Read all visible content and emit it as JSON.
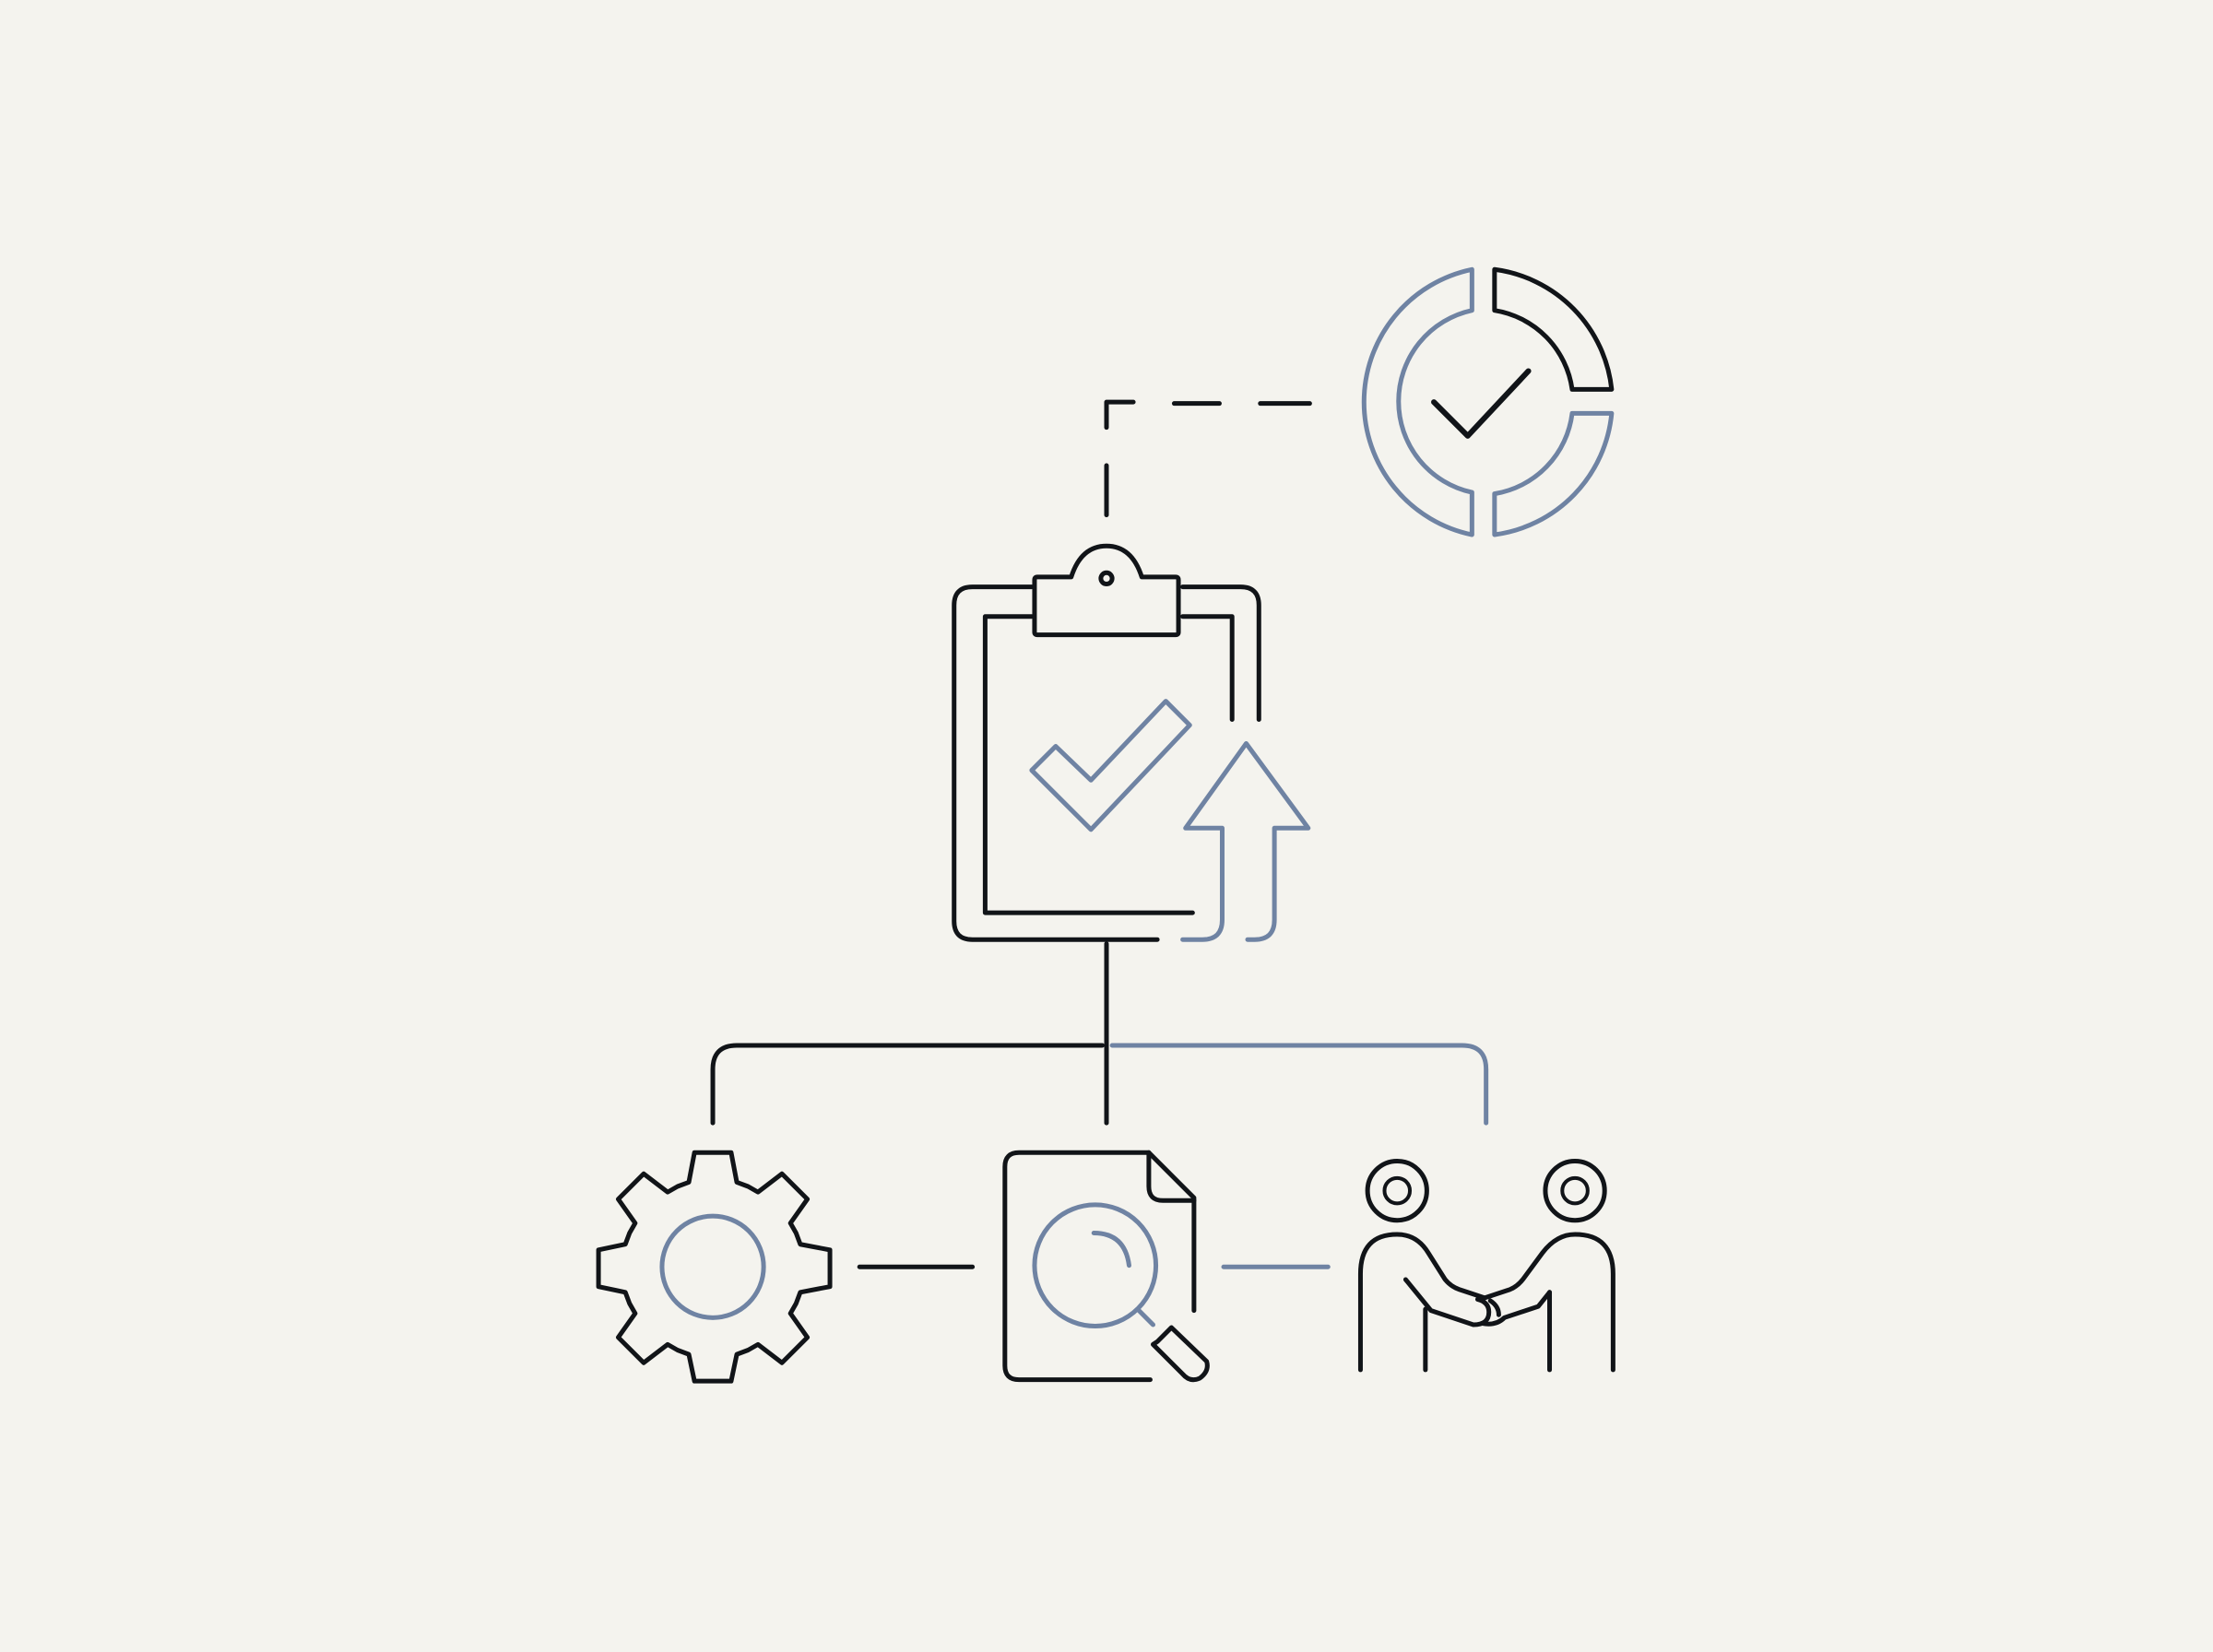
{
  "diagram": {
    "background": "#f4f3ee",
    "colors": {
      "dark": "#111418",
      "accent": "#6f83a3"
    },
    "nodes": [
      {
        "id": "approval-badge",
        "icon": "check-circle-icon"
      },
      {
        "id": "clipboard",
        "icon": "clipboard-check-icon"
      },
      {
        "id": "upload-arrow",
        "icon": "arrow-up-icon"
      },
      {
        "id": "settings",
        "icon": "gear-icon"
      },
      {
        "id": "document-review",
        "icon": "document-search-icon"
      },
      {
        "id": "partners",
        "icon": "handshake-people-icon"
      }
    ],
    "connectors": [
      {
        "from": "clipboard",
        "to": "approval-badge",
        "style": "dashed"
      },
      {
        "from": "clipboard",
        "to": "settings",
        "style": "solid"
      },
      {
        "from": "clipboard",
        "to": "document-review",
        "style": "solid"
      },
      {
        "from": "clipboard",
        "to": "partners",
        "style": "solid-accent"
      },
      {
        "from": "settings",
        "to": "document-review",
        "style": "solid"
      },
      {
        "from": "document-review",
        "to": "partners",
        "style": "solid-accent"
      }
    ]
  }
}
